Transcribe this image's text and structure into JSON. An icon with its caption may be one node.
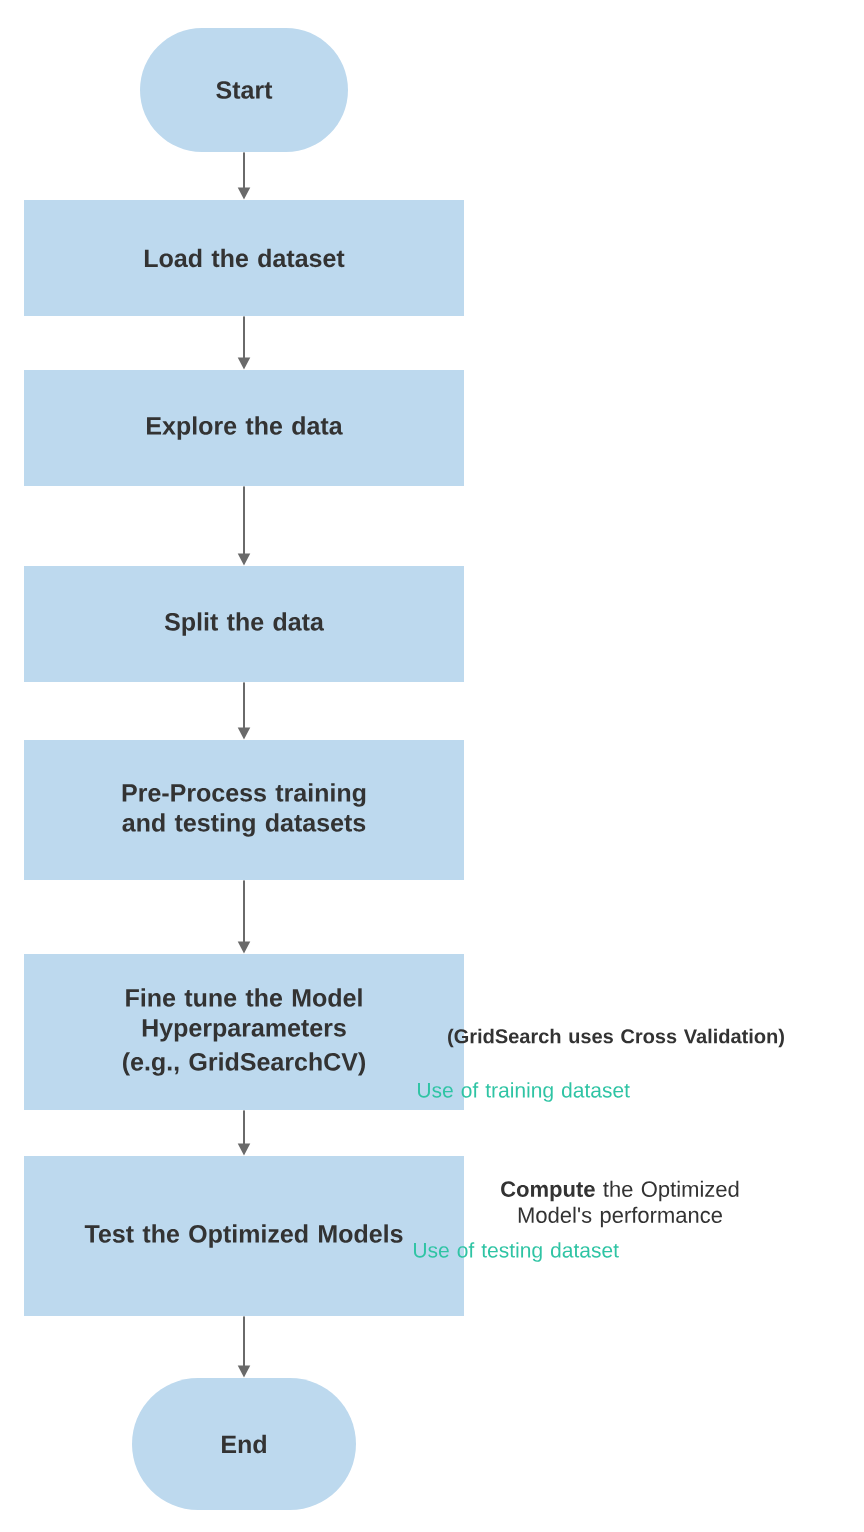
{
  "diagram": {
    "nodes": [
      {
        "text": [
          "Start"
        ]
      },
      {
        "text": [
          "Load the dataset"
        ]
      },
      {
        "text": [
          "Explore the data"
        ]
      },
      {
        "text": [
          "Split the data"
        ]
      },
      {
        "text": [
          "Pre-Process training and testing datasets"
        ]
      },
      {
        "text": [
          "Fine tune the Model Hyperparameters",
          "(e.g., GridSearchCV)"
        ],
        "beside": [
          "(GridSearch uses Cross Validation)",
          "Use of training dataset"
        ]
      },
      {
        "text": [
          "Test the Optimized Models"
        ],
        "beside": [
          "**Compute** the Optimized Model's performance",
          "Use of testing dataset"
        ]
      },
      {
        "text": [
          "End"
        ]
      }
    ],
    "edges": [
      {
        "from": 0,
        "to": 1,
        "arrow": "to"
      },
      {
        "from": 1,
        "to": 2,
        "arrow": "to"
      },
      {
        "from": 2,
        "to": 3,
        "arrow": "to"
      },
      {
        "from": 3,
        "to": 4,
        "arrow": "to"
      },
      {
        "from": 4,
        "to": 5,
        "arrow": "to"
      },
      {
        "from": 5,
        "to": 6,
        "arrow": "to"
      },
      {
        "from": 6,
        "to": 7,
        "arrow": "to"
      }
    ]
  }
}
